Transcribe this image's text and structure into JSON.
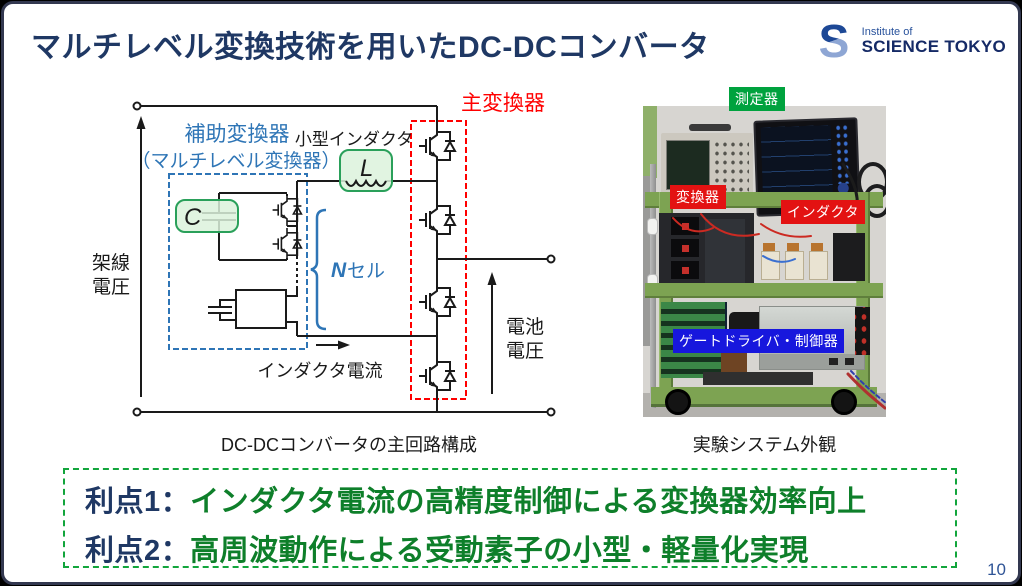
{
  "title": "マルチレベル変換技術を用いたDC-DCコンバータ",
  "page_number": "10",
  "logo": {
    "mark": "S",
    "line1": "Institute of",
    "line2": "SCIENCE TOKYO"
  },
  "circuit": {
    "caption": "DC-DCコンバータの主回路構成",
    "main_converter_label": "主変換器",
    "aux_converter_label": "補助変換器",
    "aux_converter_label2": "（マルチレベル変換器）",
    "small_inductor_label": "小型インダクタ",
    "inductor_symbol": "L",
    "capacitor_symbol": "C",
    "n_cell_n": "N",
    "n_cell_suffix": "セル",
    "overhead_voltage_line1": "架線",
    "overhead_voltage_line2": "電圧",
    "battery_voltage_line1": "電池",
    "battery_voltage_line2": "電圧",
    "inductor_current_label": "インダクタ電流"
  },
  "experiment": {
    "caption": "実験システム外観",
    "label_measuring": "測定器",
    "label_converter": "変換器",
    "label_inductor": "インダクタ",
    "label_gate_driver": "ゲートドライバ・制御器"
  },
  "advantages": {
    "item1_prefix": "利点1：",
    "item1_text": "インダクタ電流の高精度制御による変換器効率向上",
    "item2_prefix": "利点2：",
    "item2_text": "高周波動作による受動素子の小型・軽量化実現"
  },
  "colors": {
    "title_navy": "#1f3864",
    "circuit_blue": "#2e75b6",
    "accent_red": "#ff0000",
    "green_box_border": "#2aa05a",
    "green_label_bg": "#00a23e",
    "red_label_bg": "#e31212",
    "blue_label_bg": "#1717dd",
    "advantage_border_green": "#12a53c",
    "advantage_text_green": "#0e7f2a",
    "page_number_blue": "#2f5496"
  }
}
